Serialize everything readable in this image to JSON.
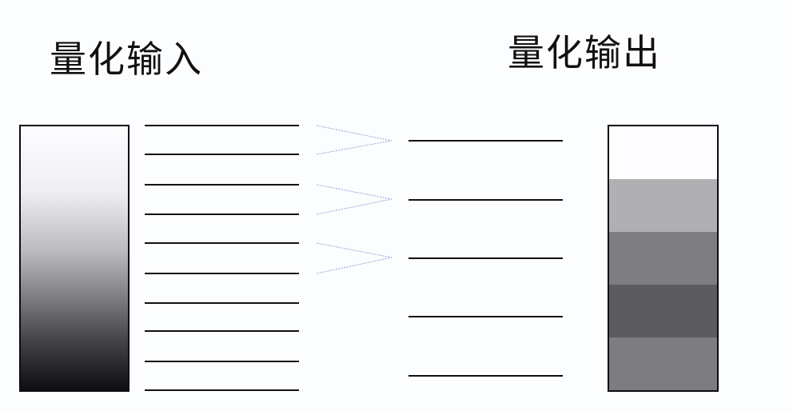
{
  "titles": {
    "input": "量化输入",
    "output": "量化输出"
  },
  "input_levels": [
    157,
    193,
    231,
    268,
    304,
    342,
    379,
    414,
    452,
    488
  ],
  "output_levels": [
    176,
    250,
    323,
    396,
    470
  ],
  "mappings": [
    {
      "from": [
        157,
        193
      ],
      "to": 176
    },
    {
      "from": [
        231,
        268
      ],
      "to": 249
    },
    {
      "from": [
        304,
        342
      ],
      "to": 322
    }
  ],
  "output_bands": [
    "#fdfdff",
    "#b0b0b3",
    "#7e7e81",
    "#5c5c5f",
    "#7d7d80"
  ],
  "colors": {
    "line": "#111111",
    "arrow": "#8aa6d6"
  }
}
